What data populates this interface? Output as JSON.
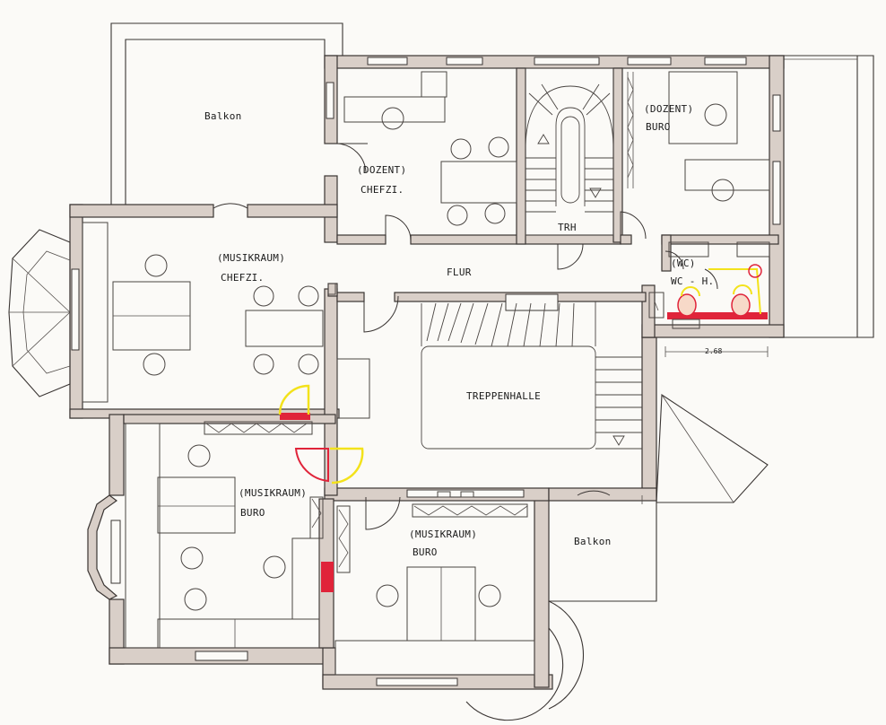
{
  "colors": {
    "wall": "#d9cfc8",
    "line": "#3a3533",
    "highlight_yellow": "#f3e21b",
    "highlight_red": "#e0243a"
  },
  "rooms": {
    "balkon_top": "Balkon",
    "dozent_chefzi": [
      "(DOZENT)",
      "CHEFZI."
    ],
    "dozent_buro": [
      "(DOZENT)",
      "BURO"
    ],
    "trh": "TRH",
    "flur": "FLUR",
    "wc": [
      "(WC)",
      "WC - H."
    ],
    "musikraum_chefzi": [
      "(MUSIKRAUM)",
      "CHEFZI."
    ],
    "treppenhalle": "TREPPENHALLE",
    "musikraum_buro_left": [
      "(MUSIKRAUM)",
      "BURO"
    ],
    "musikraum_buro_bottom": [
      "(MUSIKRAUM)",
      "BURO"
    ],
    "balkon_bottom": "Balkon"
  },
  "dimension": "2.68"
}
